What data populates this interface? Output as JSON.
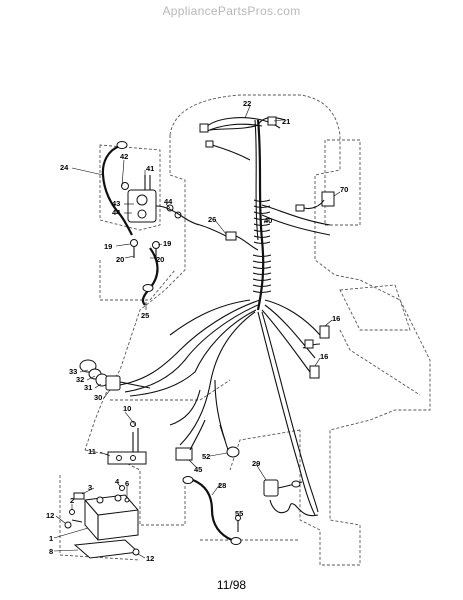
{
  "watermark": "AppliancePartsPros.com",
  "footer": "11/98",
  "callouts": {
    "c1": "1",
    "c2": "2",
    "c3": "3",
    "c4": "4",
    "c6": "6",
    "c8": "8",
    "c10": "10",
    "c11": "11",
    "c12a": "12",
    "c12b": "12",
    "c16a": "16",
    "c16b": "16",
    "c19a": "19",
    "c19b": "19",
    "c20a": "20",
    "c20b": "20",
    "c21": "21",
    "c22": "22",
    "c24": "24",
    "c25": "25",
    "c26": "26",
    "c28": "28",
    "c29": "29",
    "c30": "30",
    "c31": "31",
    "c32": "32",
    "c33": "33",
    "c40": "40",
    "c41": "41",
    "c42": "42",
    "c43": "43",
    "c44a": "44",
    "c44b": "44",
    "c45": "45",
    "c52": "52",
    "c55": "55",
    "c70": "70"
  }
}
